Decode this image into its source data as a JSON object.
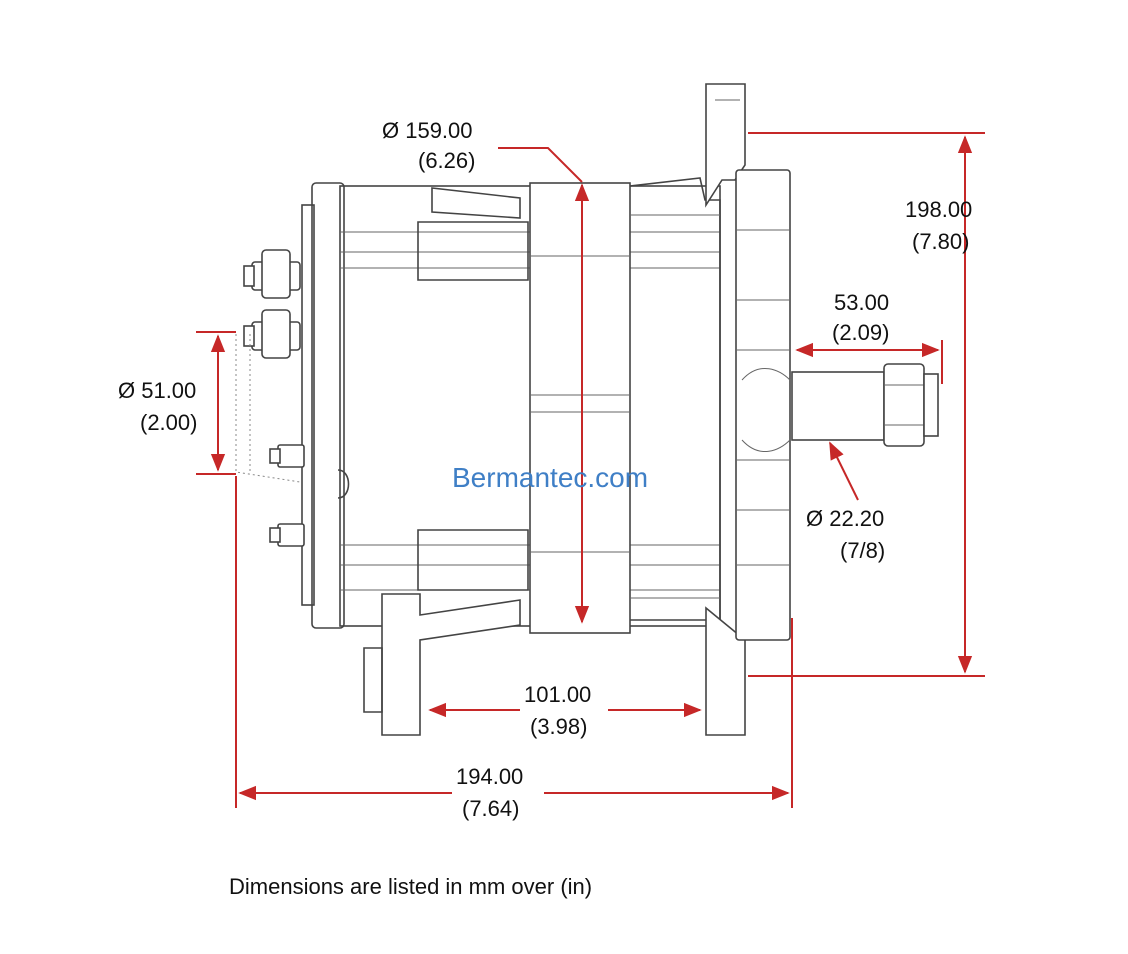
{
  "watermark": "Bermantec.com",
  "note": "Dimensions are listed in mm over (in)",
  "colors": {
    "dimension_line": "#c62828",
    "watermark": "#3f7fc6",
    "outline": "#444444"
  },
  "dimensions": {
    "housing_diameter": {
      "mm": "Ø 159.00",
      "in": "(6.26)"
    },
    "overall_height": {
      "mm": "198.00",
      "in": "(7.80)"
    },
    "shaft_length": {
      "mm": "53.00",
      "in": "(2.09)"
    },
    "terminal_diameter": {
      "mm": "Ø 51.00",
      "in": "(2.00)"
    },
    "shaft_diameter": {
      "mm": "Ø 22.20",
      "in": "(7/8)"
    },
    "mount_spacing": {
      "mm": "101.00",
      "in": "(3.98)"
    },
    "overall_length": {
      "mm": "194.00",
      "in": "(7.64)"
    }
  }
}
